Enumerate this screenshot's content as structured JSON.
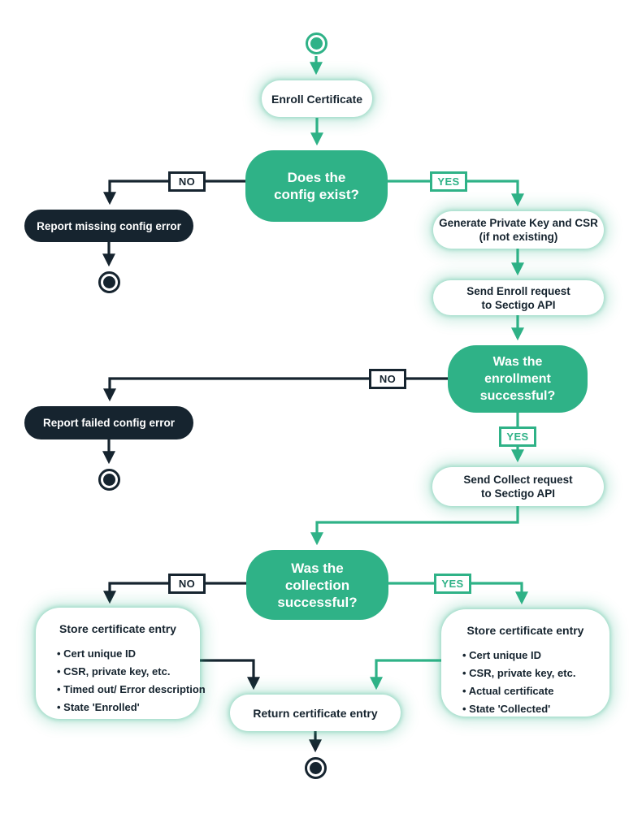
{
  "colors": {
    "green": "#2FB287",
    "dark": "#16242F"
  },
  "labels": {
    "yes": "YES",
    "no": "NO"
  },
  "nodes": {
    "enroll": {
      "label": "Enroll Certificate"
    },
    "config_decision": {
      "line1": "Does the",
      "line2": "config exist?"
    },
    "report_missing": {
      "label": "Report missing config error"
    },
    "generate_key": {
      "line1": "Generate Private Key and CSR",
      "line2": "(if not existing)"
    },
    "send_enroll": {
      "line1": "Send Enroll request",
      "line2": "to Sectigo API"
    },
    "enrollment_decision": {
      "line1": "Was the",
      "line2": "enrollment",
      "line3": "successful?"
    },
    "report_failed": {
      "label": "Report failed config error"
    },
    "send_collect": {
      "line1": "Send Collect request",
      "line2": "to Sectigo API"
    },
    "collection_decision": {
      "line1": "Was the",
      "line2": "collection",
      "line3": "successful?"
    },
    "store_enrolled": {
      "title": "Store certificate entry",
      "items": [
        "Cert unique ID",
        "CSR, private key, etc.",
        "Timed out/ Error description",
        "State 'Enrolled'"
      ]
    },
    "store_collected": {
      "title": "Store certificate entry",
      "items": [
        "Cert unique ID",
        "CSR, private key, etc.",
        "Actual certificate",
        "State 'Collected'"
      ]
    },
    "return_entry": {
      "label": "Return certificate entry"
    }
  }
}
